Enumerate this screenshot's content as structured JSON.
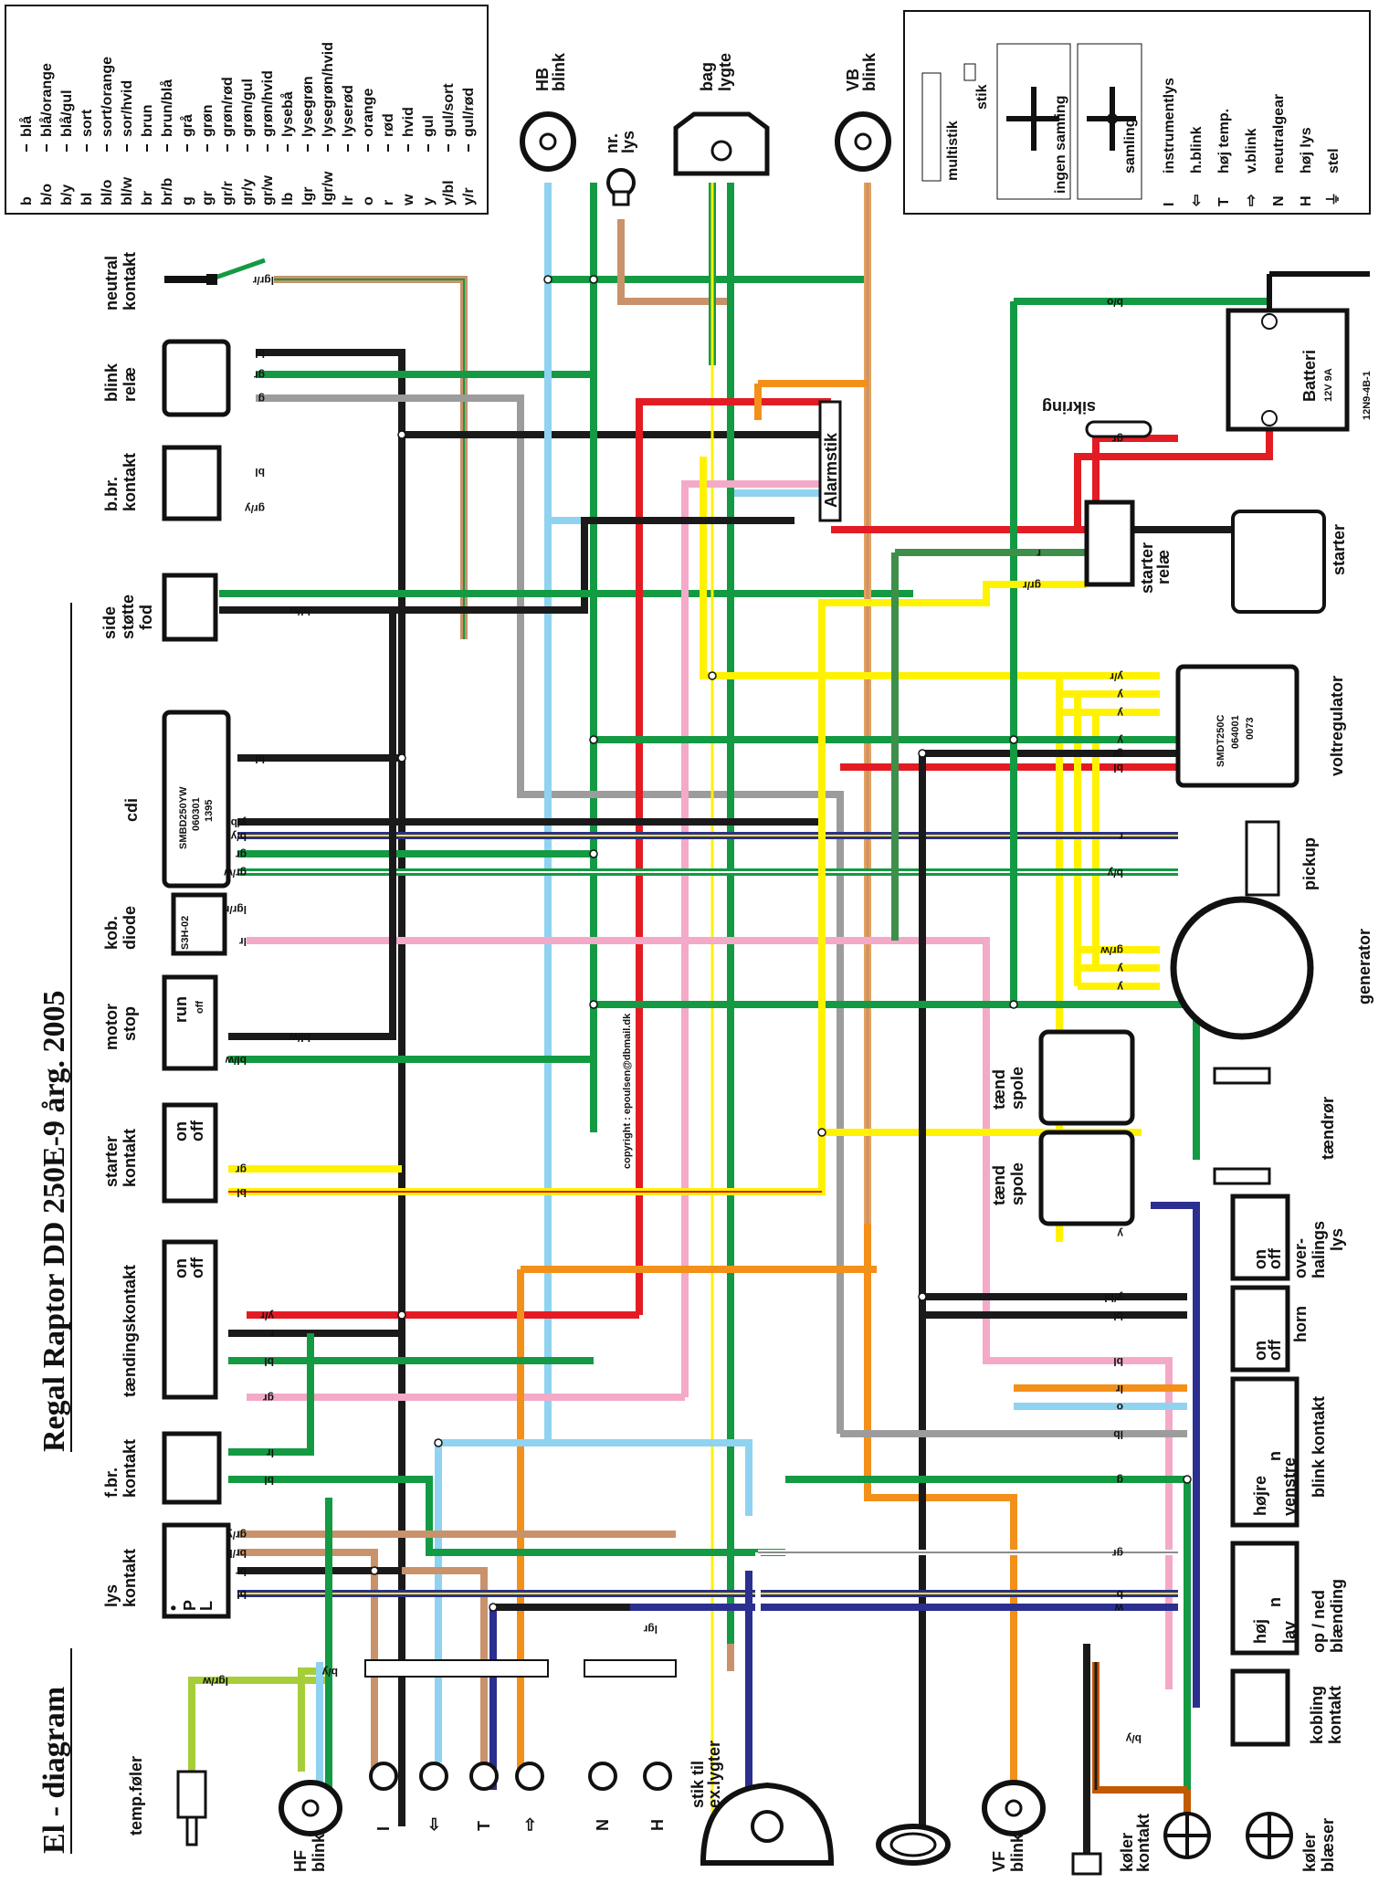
{
  "title": {
    "main": "El - diagram",
    "model": "Regal Raptor DD 250E-9  årg. 2005"
  },
  "color_legend": [
    {
      "code": "b",
      "name": "blå"
    },
    {
      "code": "b/o",
      "name": "blå/orange"
    },
    {
      "code": "b/y",
      "name": "blå/gul"
    },
    {
      "code": "bl",
      "name": "sort"
    },
    {
      "code": "bl/o",
      "name": "sort/orange"
    },
    {
      "code": "bl/w",
      "name": "sor/hvid"
    },
    {
      "code": "br",
      "name": "brun"
    },
    {
      "code": "br/b",
      "name": "brun/blå"
    },
    {
      "code": "g",
      "name": "grå"
    },
    {
      "code": "gr",
      "name": "grøn"
    },
    {
      "code": "gr/r",
      "name": "grøn/rød"
    },
    {
      "code": "gr/y",
      "name": "grøn/gul"
    },
    {
      "code": "gr/w",
      "name": "grøn/hvid"
    },
    {
      "code": "lb",
      "name": "lysebå"
    },
    {
      "code": "lgr",
      "name": "lysegrøn"
    },
    {
      "code": "lgr/w",
      "name": "lysegrøn/hvid"
    },
    {
      "code": "lr",
      "name": "lyserød"
    },
    {
      "code": "o",
      "name": "orange"
    },
    {
      "code": "r",
      "name": "rød"
    },
    {
      "code": "w",
      "name": "hvid"
    },
    {
      "code": "y",
      "name": "gul"
    },
    {
      "code": "y/bl",
      "name": "gul/sort"
    },
    {
      "code": "y/r",
      "name": "gul/rød"
    }
  ],
  "symbol_legend": {
    "multistik": "multistik",
    "stik": "stik",
    "ingen_samling": "ingen samling",
    "samling": "samling",
    "items": [
      {
        "sym": "I",
        "text": "instrumentlys"
      },
      {
        "sym": "⇦",
        "text": "h.blink"
      },
      {
        "sym": "T",
        "text": "høj temp."
      },
      {
        "sym": "⇨",
        "text": "v.blink"
      },
      {
        "sym": "N",
        "text": "neutralgear"
      },
      {
        "sym": "H",
        "text": "høj lys"
      },
      {
        "sym": "⏚",
        "text": "stel"
      }
    ]
  },
  "components": {
    "neutral_kontakt": [
      "neutral",
      "kontakt"
    ],
    "blink_relae": [
      "blink",
      "relæ"
    ],
    "bbr_kontakt": [
      "b.br.",
      "kontakt"
    ],
    "side_stotte_fod": [
      "side",
      "støtte",
      "fod"
    ],
    "cdi": "cdi",
    "cdi_label": [
      "SMBD250YW",
      "060301",
      "1395"
    ],
    "kob_diode": [
      "kob.",
      "diode"
    ],
    "diode_label": "S3H-02",
    "motor_stop": [
      "motor",
      "stop"
    ],
    "run": "run",
    "off": "off",
    "on": "on",
    "starter_kontakt": [
      "starter",
      "kontakt"
    ],
    "taendingskontakt": "tændingskontakt",
    "fbr_kontakt": [
      "f.br.",
      "kontakt"
    ],
    "lys_kontakt": [
      "lys",
      "kontakt"
    ],
    "lys_pl": [
      "•",
      "P",
      "L"
    ],
    "temp_foler": "temp.føler",
    "hf_blink": [
      "HF",
      "blink"
    ],
    "stik_til_ex": [
      "stik til",
      "ex.lygter"
    ],
    "vf_blink": [
      "VF",
      "blink"
    ],
    "koler_kontakt": [
      "køler",
      "kontakt"
    ],
    "koler_blaeser": [
      "køler",
      "blæser"
    ],
    "kobling_kontakt": [
      "kobling",
      "kontakt"
    ],
    "op_ned": [
      "op / ned",
      "blænding"
    ],
    "op_ned_pos": [
      "høj",
      "n",
      "lav"
    ],
    "blink_kontakt": "blink kontakt",
    "blink_kontakt_pos": [
      "højre",
      "n",
      "venstre"
    ],
    "horn": "horn",
    "overhalings_lys": [
      "over-",
      "halings",
      "lys"
    ],
    "taendror": "tændrør",
    "taend_spole": [
      "tænd",
      "spole"
    ],
    "generator": "generator",
    "pickup": "pickup",
    "voltregulator": "voltregulator",
    "reg_label": [
      "SMDT250C",
      "064001",
      "0073"
    ],
    "starter": "starter",
    "starter_relae": [
      "starter",
      "relæ"
    ],
    "sikring": "sikring",
    "batteri": "Batteri",
    "batteri_spec": "12V 9A",
    "batteri_model": "12N9-4B-1",
    "alarmstik": "Alarmstik",
    "hb_blink": [
      "HB",
      "blink"
    ],
    "nr_lys": [
      "nr.",
      "lys"
    ],
    "bag_lygte": [
      "bag",
      "lygte"
    ],
    "vb_blink": [
      "VB",
      "blink"
    ],
    "copyright": "copyright : epoulsen@dbmail.dk",
    "lamp_syms": [
      "I",
      "⇦",
      "T",
      "⇨",
      "N",
      "H"
    ]
  },
  "colors": {
    "black": "#1a1a1a",
    "green": "#139a43",
    "grey": "#9c9c9c",
    "lightblue": "#8fd3f0",
    "pink": "#f4a9c8",
    "red": "#e31b23",
    "orange": "#f39019",
    "yellow": "#fff200",
    "brown": "#c9926b",
    "blue": "#2b2f8f",
    "white": "#ffffff",
    "lightgreen": "#a6ce39"
  },
  "wire_labels": [
    "lgr/r",
    "bl",
    "gr",
    "g",
    "bl",
    "gr/y",
    "bl/w",
    "bl/w",
    "bl",
    "y/bl",
    "b/y",
    "gr",
    "gr/w",
    "lgr/r",
    "lr",
    "bl/w",
    "gr",
    "bl",
    "y/r",
    "r",
    "bl",
    "gr",
    "lr",
    "bl",
    "gr/y",
    "br/b",
    "br",
    "bl",
    "b/y",
    "lgr/w",
    "lgr",
    "b/o",
    "gr",
    "r",
    "gr/r",
    "y/r",
    "y",
    "y",
    "y",
    "gr",
    "bl",
    "r",
    "b/y",
    "gr/w",
    "y",
    "y",
    "y",
    "y/bl",
    "bl",
    "bl",
    "lr",
    "o",
    "lb",
    "g",
    "gr",
    "w",
    "b",
    "b/y",
    "bl/o"
  ]
}
